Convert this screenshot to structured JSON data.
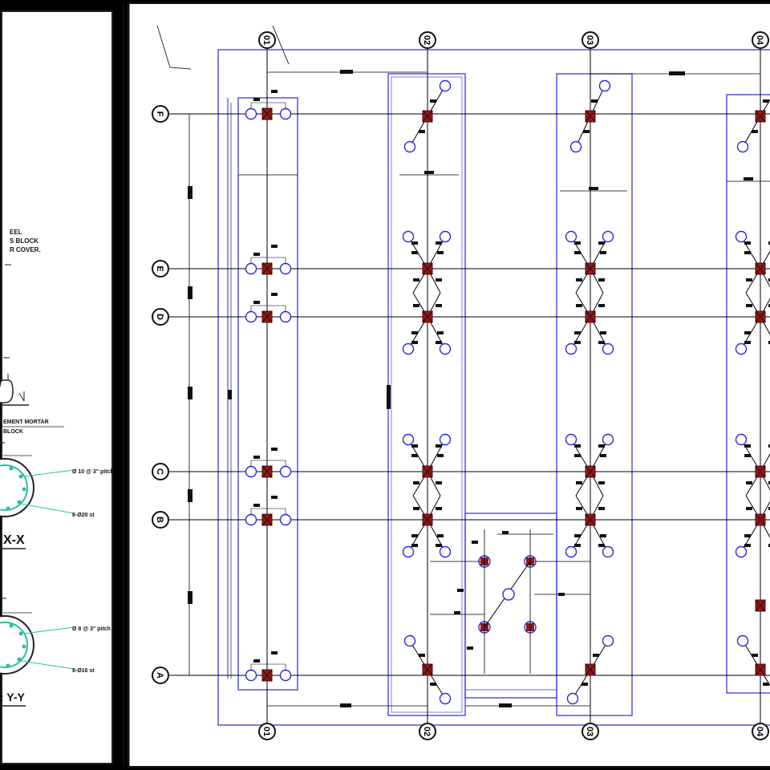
{
  "left_panel": {
    "notes": [
      "EEL",
      "S BLOCK",
      "R COVER."
    ],
    "mortar_note": [
      "EMENT MORTAR",
      "BLOCK"
    ],
    "section_xx": {
      "callouts": [
        "Ø 10 @ 3\" pitch",
        "8-Ø20 st"
      ],
      "title": "X-X"
    },
    "section_yy": {
      "callouts": [
        "Ø 8 @ 3\" pitch",
        "8-Ø16 st"
      ],
      "title": ": Y-Y"
    }
  },
  "plan": {
    "grid_columns": [
      "01",
      "02",
      "03",
      "04"
    ],
    "grid_rows": [
      "F",
      "E",
      "D",
      "C",
      "B",
      "A"
    ],
    "colors": {
      "grid_line": "#000000",
      "outline": "#2a2ad8",
      "column": "#8b1a1a",
      "pile": "#2a2ad8",
      "background": "#ffffff"
    }
  }
}
